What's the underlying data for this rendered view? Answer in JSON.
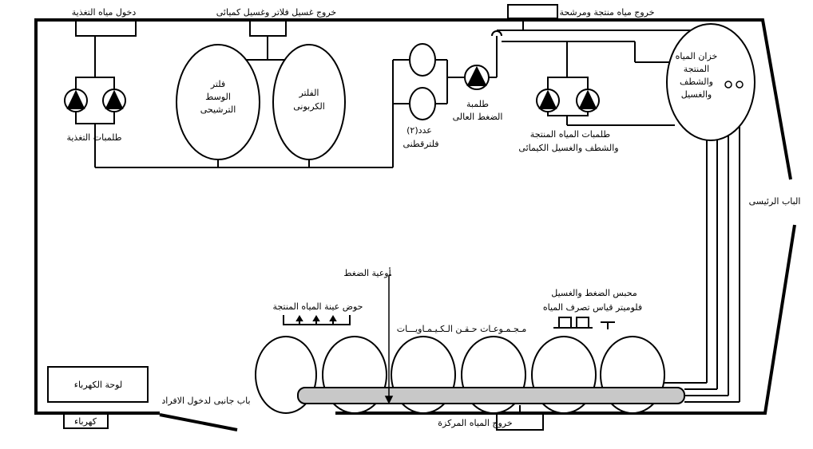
{
  "labels": {
    "feed_in": "دخول مياه التغذية",
    "filter_wash_out": "خروج غسيل فلاتر وغسيل كميائى",
    "product_out": "خروج مياه منتجة ومرشحة",
    "feed_pumps": "طلمبات التغذية",
    "media_filter_1": "فلتر",
    "media_filter_2": "الوسط",
    "media_filter_3": "الترشيحى",
    "carbon_filter_1": "الفلتر",
    "carbon_filter_2": "الكربونى",
    "cartridge_1": "عدد(٢)",
    "cartridge_2": "فلترقطنى",
    "hp_pump_1": "طلمبة",
    "hp_pump_2": "الضغط العالى",
    "product_pumps_1": "طلمبات المياه المنتجة",
    "product_pumps_2": "والشطف والغسيل الكيمائى",
    "tank_1": "خزان المياه",
    "tank_2": "المنتجة",
    "tank_3": "والشطف",
    "tank_4": "والغسيل",
    "main_door": "الباب الرئيسى",
    "pressure_vessels": "أوعية الضغط",
    "sample_basin": "حوض عينة المياه المنتجة",
    "sensors_1": "محبس الضغط والغسيل",
    "sensors_2": "فلوميتر قياس تصرف المياه",
    "membrane_array": "مـجـمـوعـات حـقـن الـكـيـمـاويـــات",
    "electric_panel": "لوحة الكهرباء",
    "electricity": "كهرباء",
    "side_door": "باب جانبى لدخول الافراد",
    "concentrate_out": "خروج المياه المركزة"
  }
}
